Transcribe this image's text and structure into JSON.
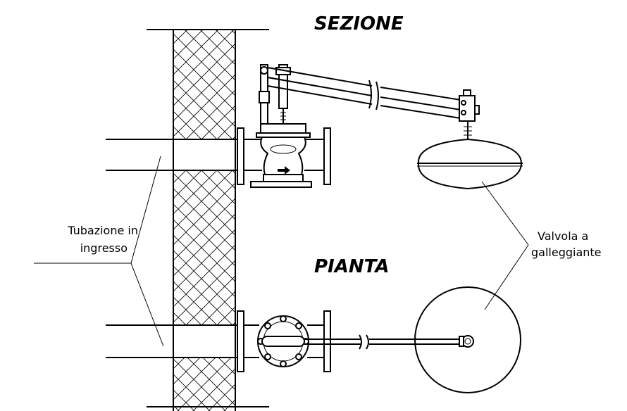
{
  "labels": {
    "section_title": "SEZIONE",
    "plan_title": "PIANTA",
    "pipe_label_line1": "Tubazione in",
    "pipe_label_line2": "ingresso",
    "valve_label_line1": "Valvola a",
    "valve_label_line2": "galleggiante"
  },
  "colors": {
    "line": "#000000",
    "background": "#ffffff"
  }
}
